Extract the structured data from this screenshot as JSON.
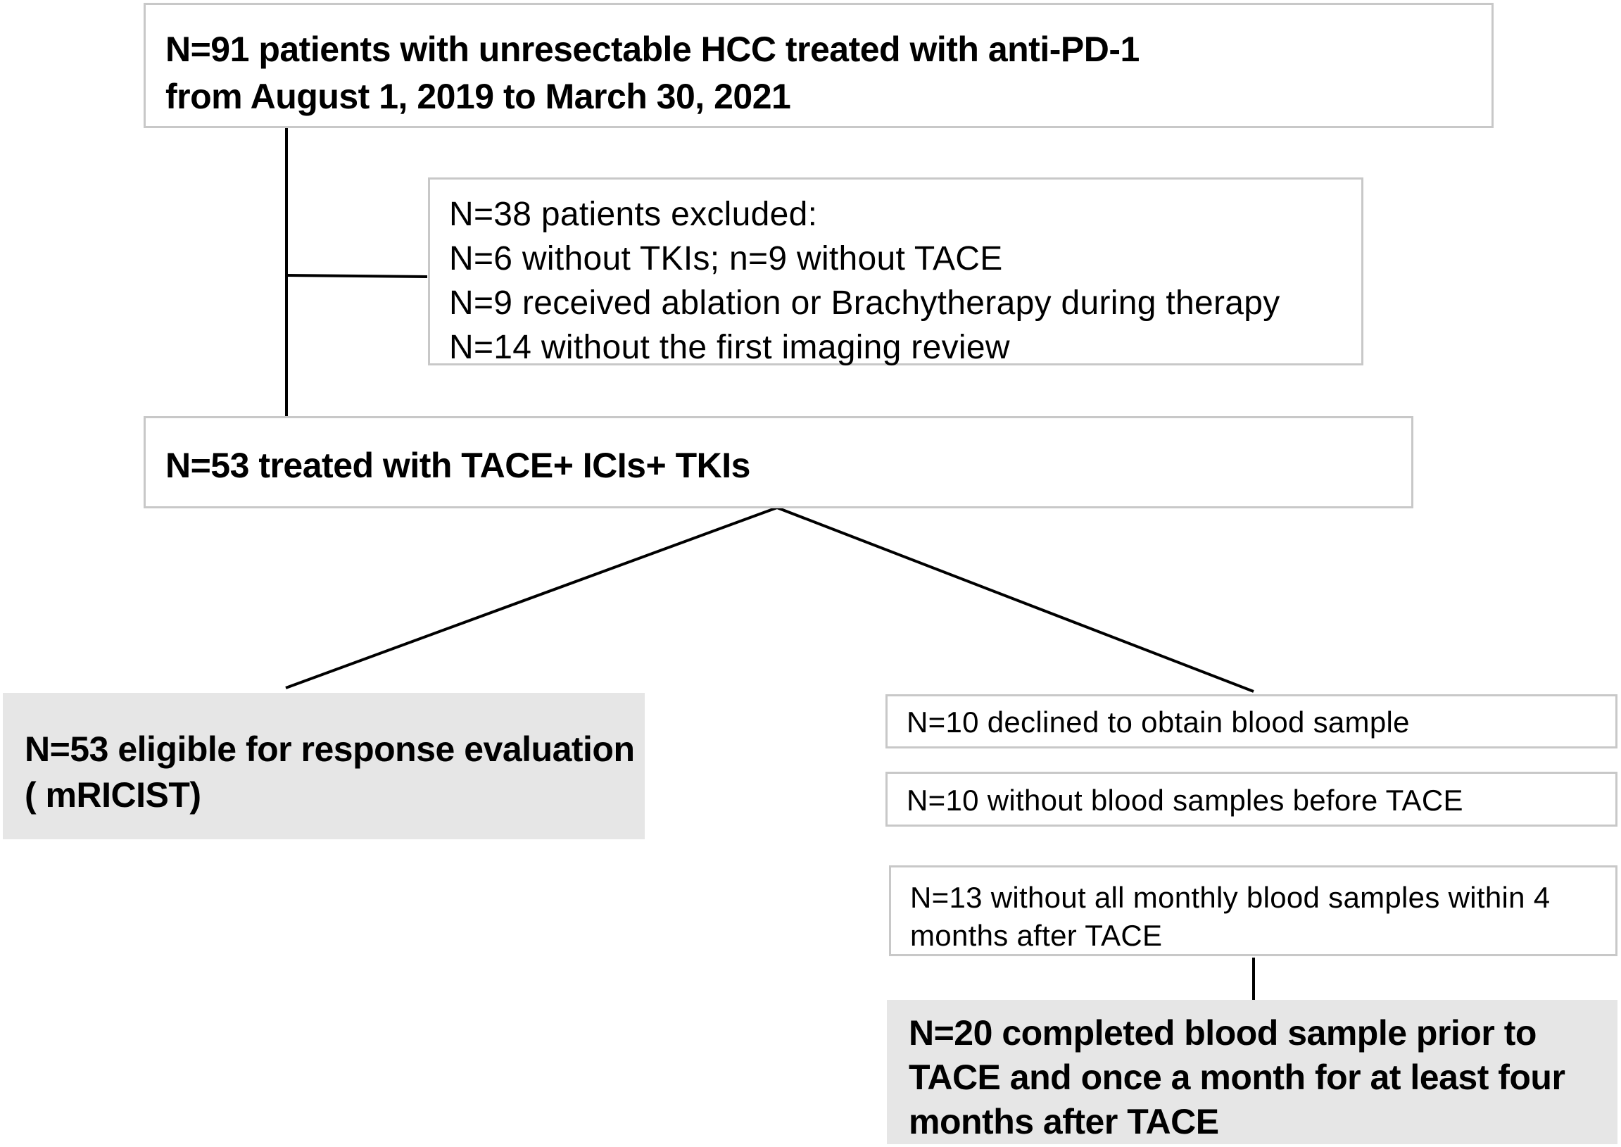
{
  "flowchart": {
    "population": {
      "lines": [
        "N=91 patients with unresectable HCC treated with anti-PD-1",
        "from August 1, 2019 to March 30, 2021"
      ]
    },
    "excluded": {
      "lines": [
        "N=38 patients excluded:",
        "N=6 without TKIs; n=9 without TACE",
        "N=9 received ablation or Brachytherapy during therapy",
        "N=14 without the first imaging review"
      ]
    },
    "treated": {
      "lines": [
        "N=53 treated with TACE+ ICIs+ TKIs"
      ]
    },
    "eligible": {
      "lines": [
        "N=53 eligible for response evaluation",
        "( mRICIST)"
      ]
    },
    "declined": {
      "lines": [
        "N=10 declined to obtain blood sample"
      ]
    },
    "no_before": {
      "lines": [
        "N=10 without blood samples before TACE"
      ]
    },
    "no_monthly": {
      "lines": [
        "N=13 without all monthly blood samples within 4",
        "months  after TACE"
      ]
    },
    "completed": {
      "lines": [
        "N=20 completed blood sample prior to",
        "TACE and  once a month for at least four",
        "months  after TACE"
      ]
    }
  },
  "colors": {
    "box_border": "#c8c8c8",
    "shaded_fill": "#e6e6e6",
    "connector": "#000000"
  }
}
